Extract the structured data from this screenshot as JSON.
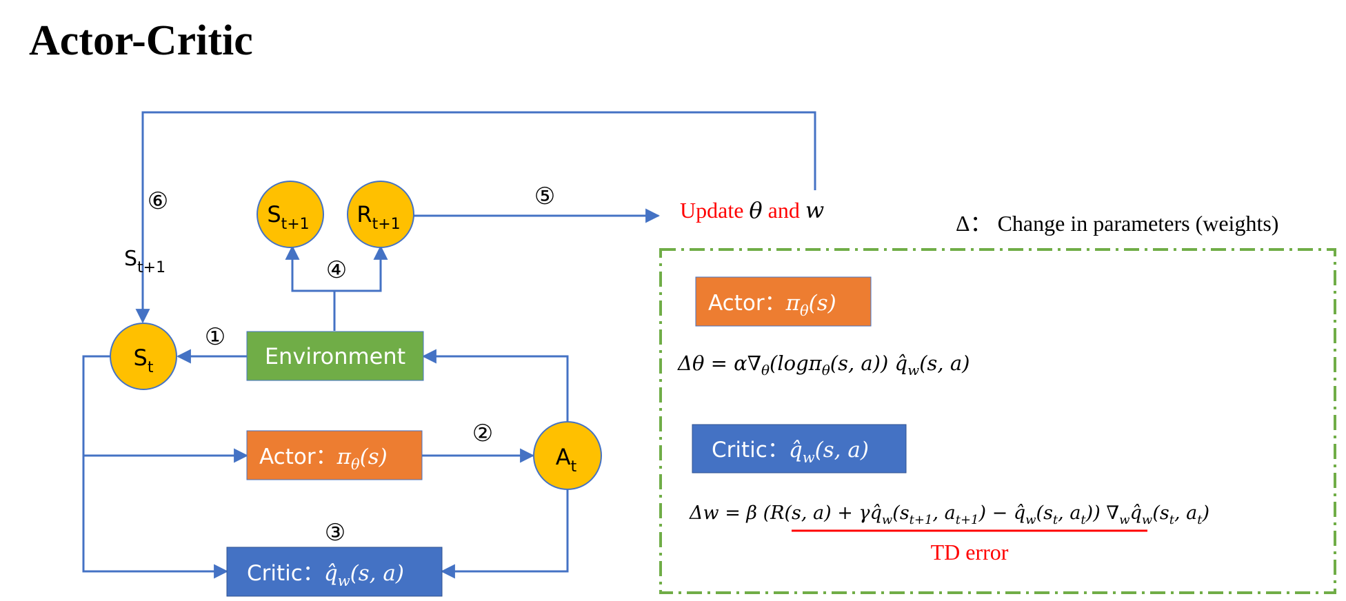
{
  "title": "Actor-Critic",
  "colors": {
    "line": "#4472c4",
    "state_fill": "#ffc000",
    "state_stroke": "#4472c4",
    "environment": "#70ad47",
    "actor": "#ed7d31",
    "critic": "#4472c4",
    "update_red": "#ff0000",
    "dashed_border": "#70ad47",
    "td_underline": "#ff0000"
  },
  "nodes": {
    "st": "S",
    "st_sub": "t",
    "st1": "S",
    "st1_sub": "t+1",
    "rt1": "R",
    "rt1_sub": "t+1",
    "at": "A",
    "at_sub": "t"
  },
  "boxes": {
    "environment": "Environment",
    "actor_label": "Actor：",
    "critic_label": "Critic："
  },
  "steps": [
    "①",
    "②",
    "③",
    "④",
    "⑤",
    "⑥"
  ],
  "feedback_label": "S",
  "feedback_label_sub": "t+1",
  "update": {
    "prefix": "Update ",
    "theta": "θ",
    "and": " and ",
    "w": "w"
  },
  "legend": "Δ：  Change in parameters (weights)",
  "td_error": "TD error"
}
